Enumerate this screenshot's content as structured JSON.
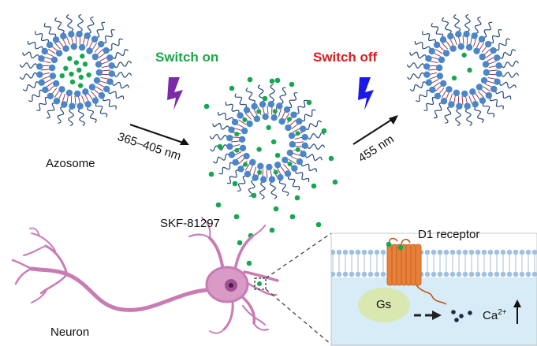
{
  "labels": {
    "switch_on": "Switch on",
    "switch_off": "Switch off",
    "wavelength_on": "365–405 nm",
    "wavelength_off": "455 nm",
    "azosome": "Azosome",
    "agonist": "SKF-81297",
    "receptor": "D1 receptor",
    "neuron": "Neuron",
    "gs": "Gs",
    "calcium": "Ca",
    "calcium_charge": "2+"
  },
  "colors": {
    "switch_on": "#1aa84a",
    "switch_off": "#d81e1e",
    "lightning_uv": "#7a2aa8",
    "lightning_blue": "#1a1ae8",
    "lipid_head": "#4a86c8",
    "lipid_tail": "#8a2a4a",
    "tail_wave": "#2a4a7a",
    "drug": "#14a850",
    "neuron": "#c97bb4",
    "neuron_body": "#d79bc6",
    "receptor": "#e8803a",
    "gs": "#d8e8b0",
    "cell_interior": "#d7ecf7"
  },
  "icons": [
    "lightning-uv-icon",
    "lightning-blue-icon",
    "up-arrow-icon",
    "dashed-arrow-icon"
  ],
  "azosomes": [
    {
      "id": "azosome-closed-left",
      "inner_dots": 12,
      "state": "closed"
    },
    {
      "id": "azosome-open-center",
      "inner_dots": 4,
      "state": "open"
    },
    {
      "id": "azosome-closed-right",
      "inner_dots": 3,
      "state": "closed"
    }
  ]
}
